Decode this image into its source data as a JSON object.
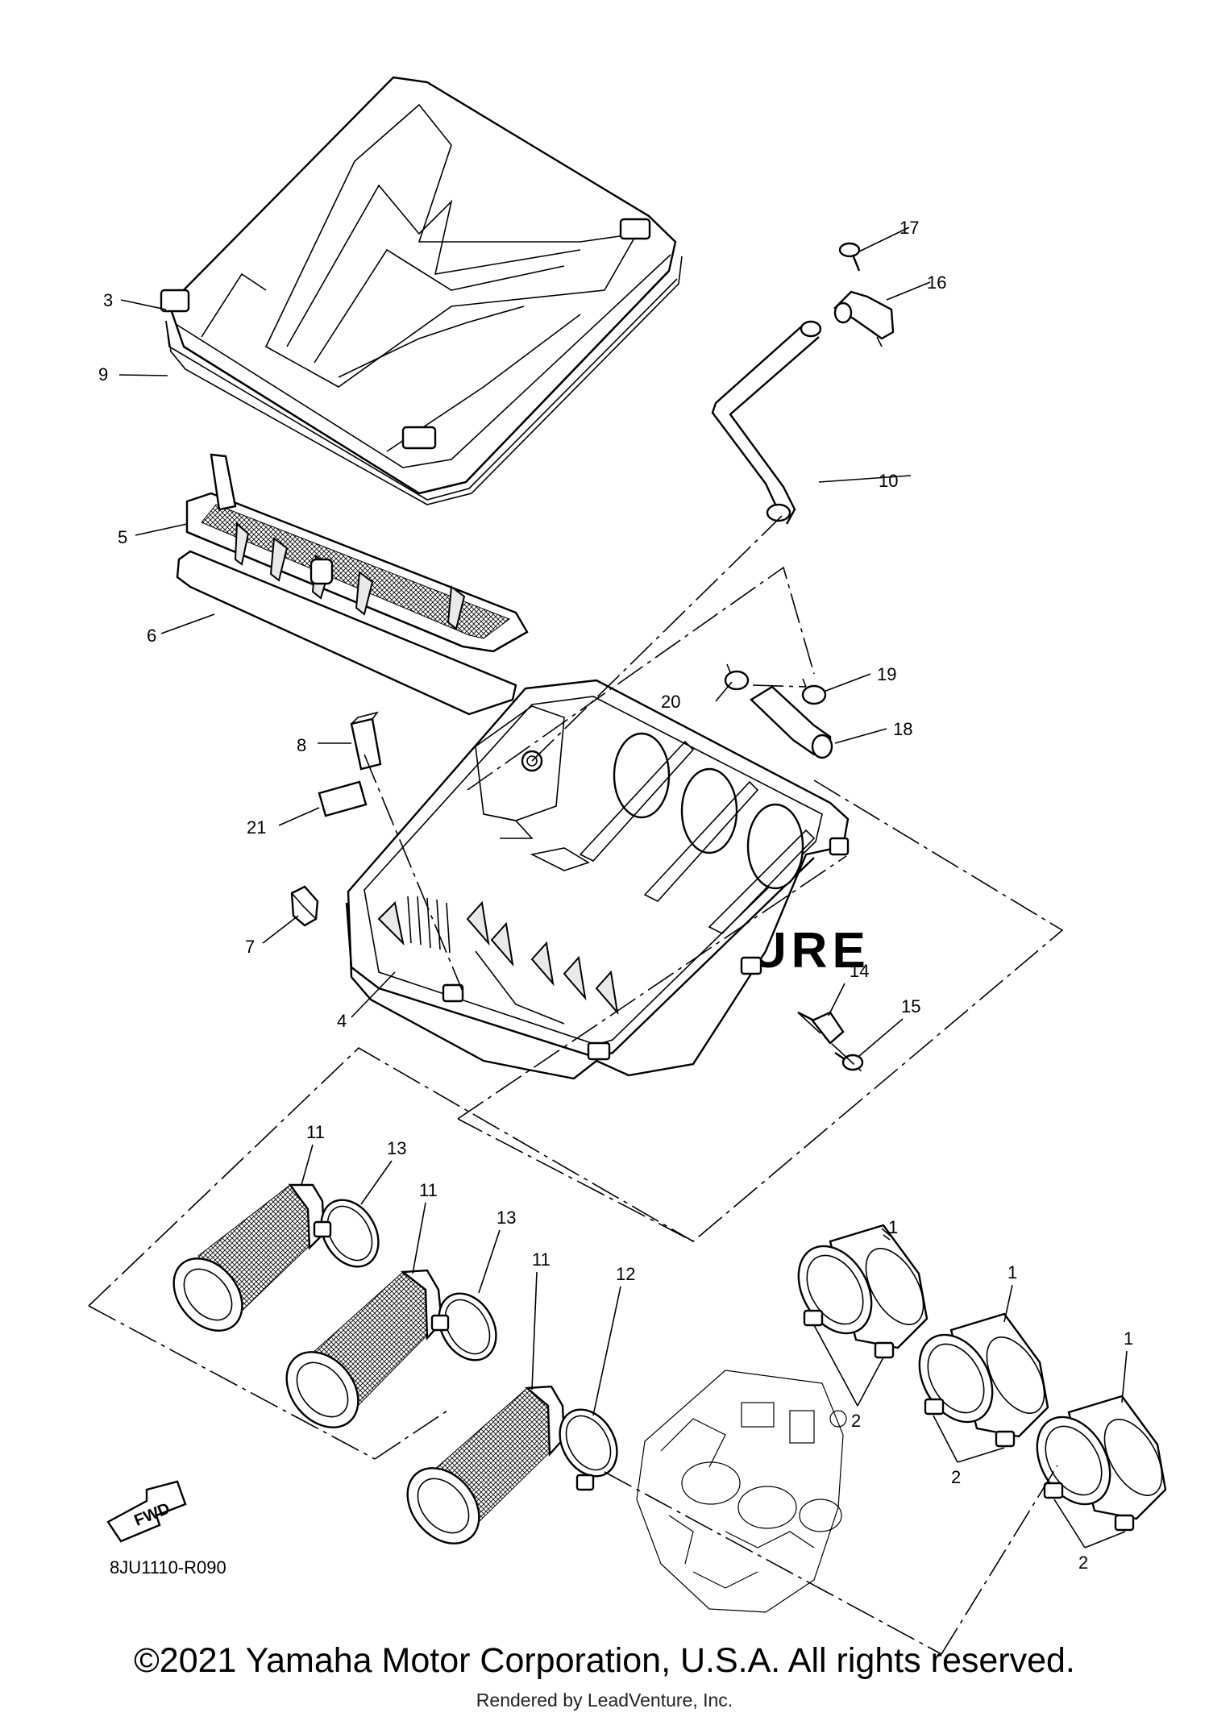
{
  "diagram": {
    "diagram_code": "8JU1110-R090",
    "fwd_label": "FWD",
    "watermark": "ADVENTURE",
    "callouts": [
      "1",
      "1",
      "1",
      "2",
      "2",
      "2",
      "3",
      "4",
      "5",
      "6",
      "7",
      "8",
      "9",
      "10",
      "11",
      "11",
      "11",
      "12",
      "13",
      "13",
      "14",
      "15",
      "16",
      "17",
      "18",
      "19",
      "20",
      "21"
    ]
  },
  "footer": {
    "copyright": "©2021 Yamaha Motor Corporation, U.S.A. All rights reserved.",
    "rendered_by": "Rendered by LeadVenture, Inc."
  }
}
